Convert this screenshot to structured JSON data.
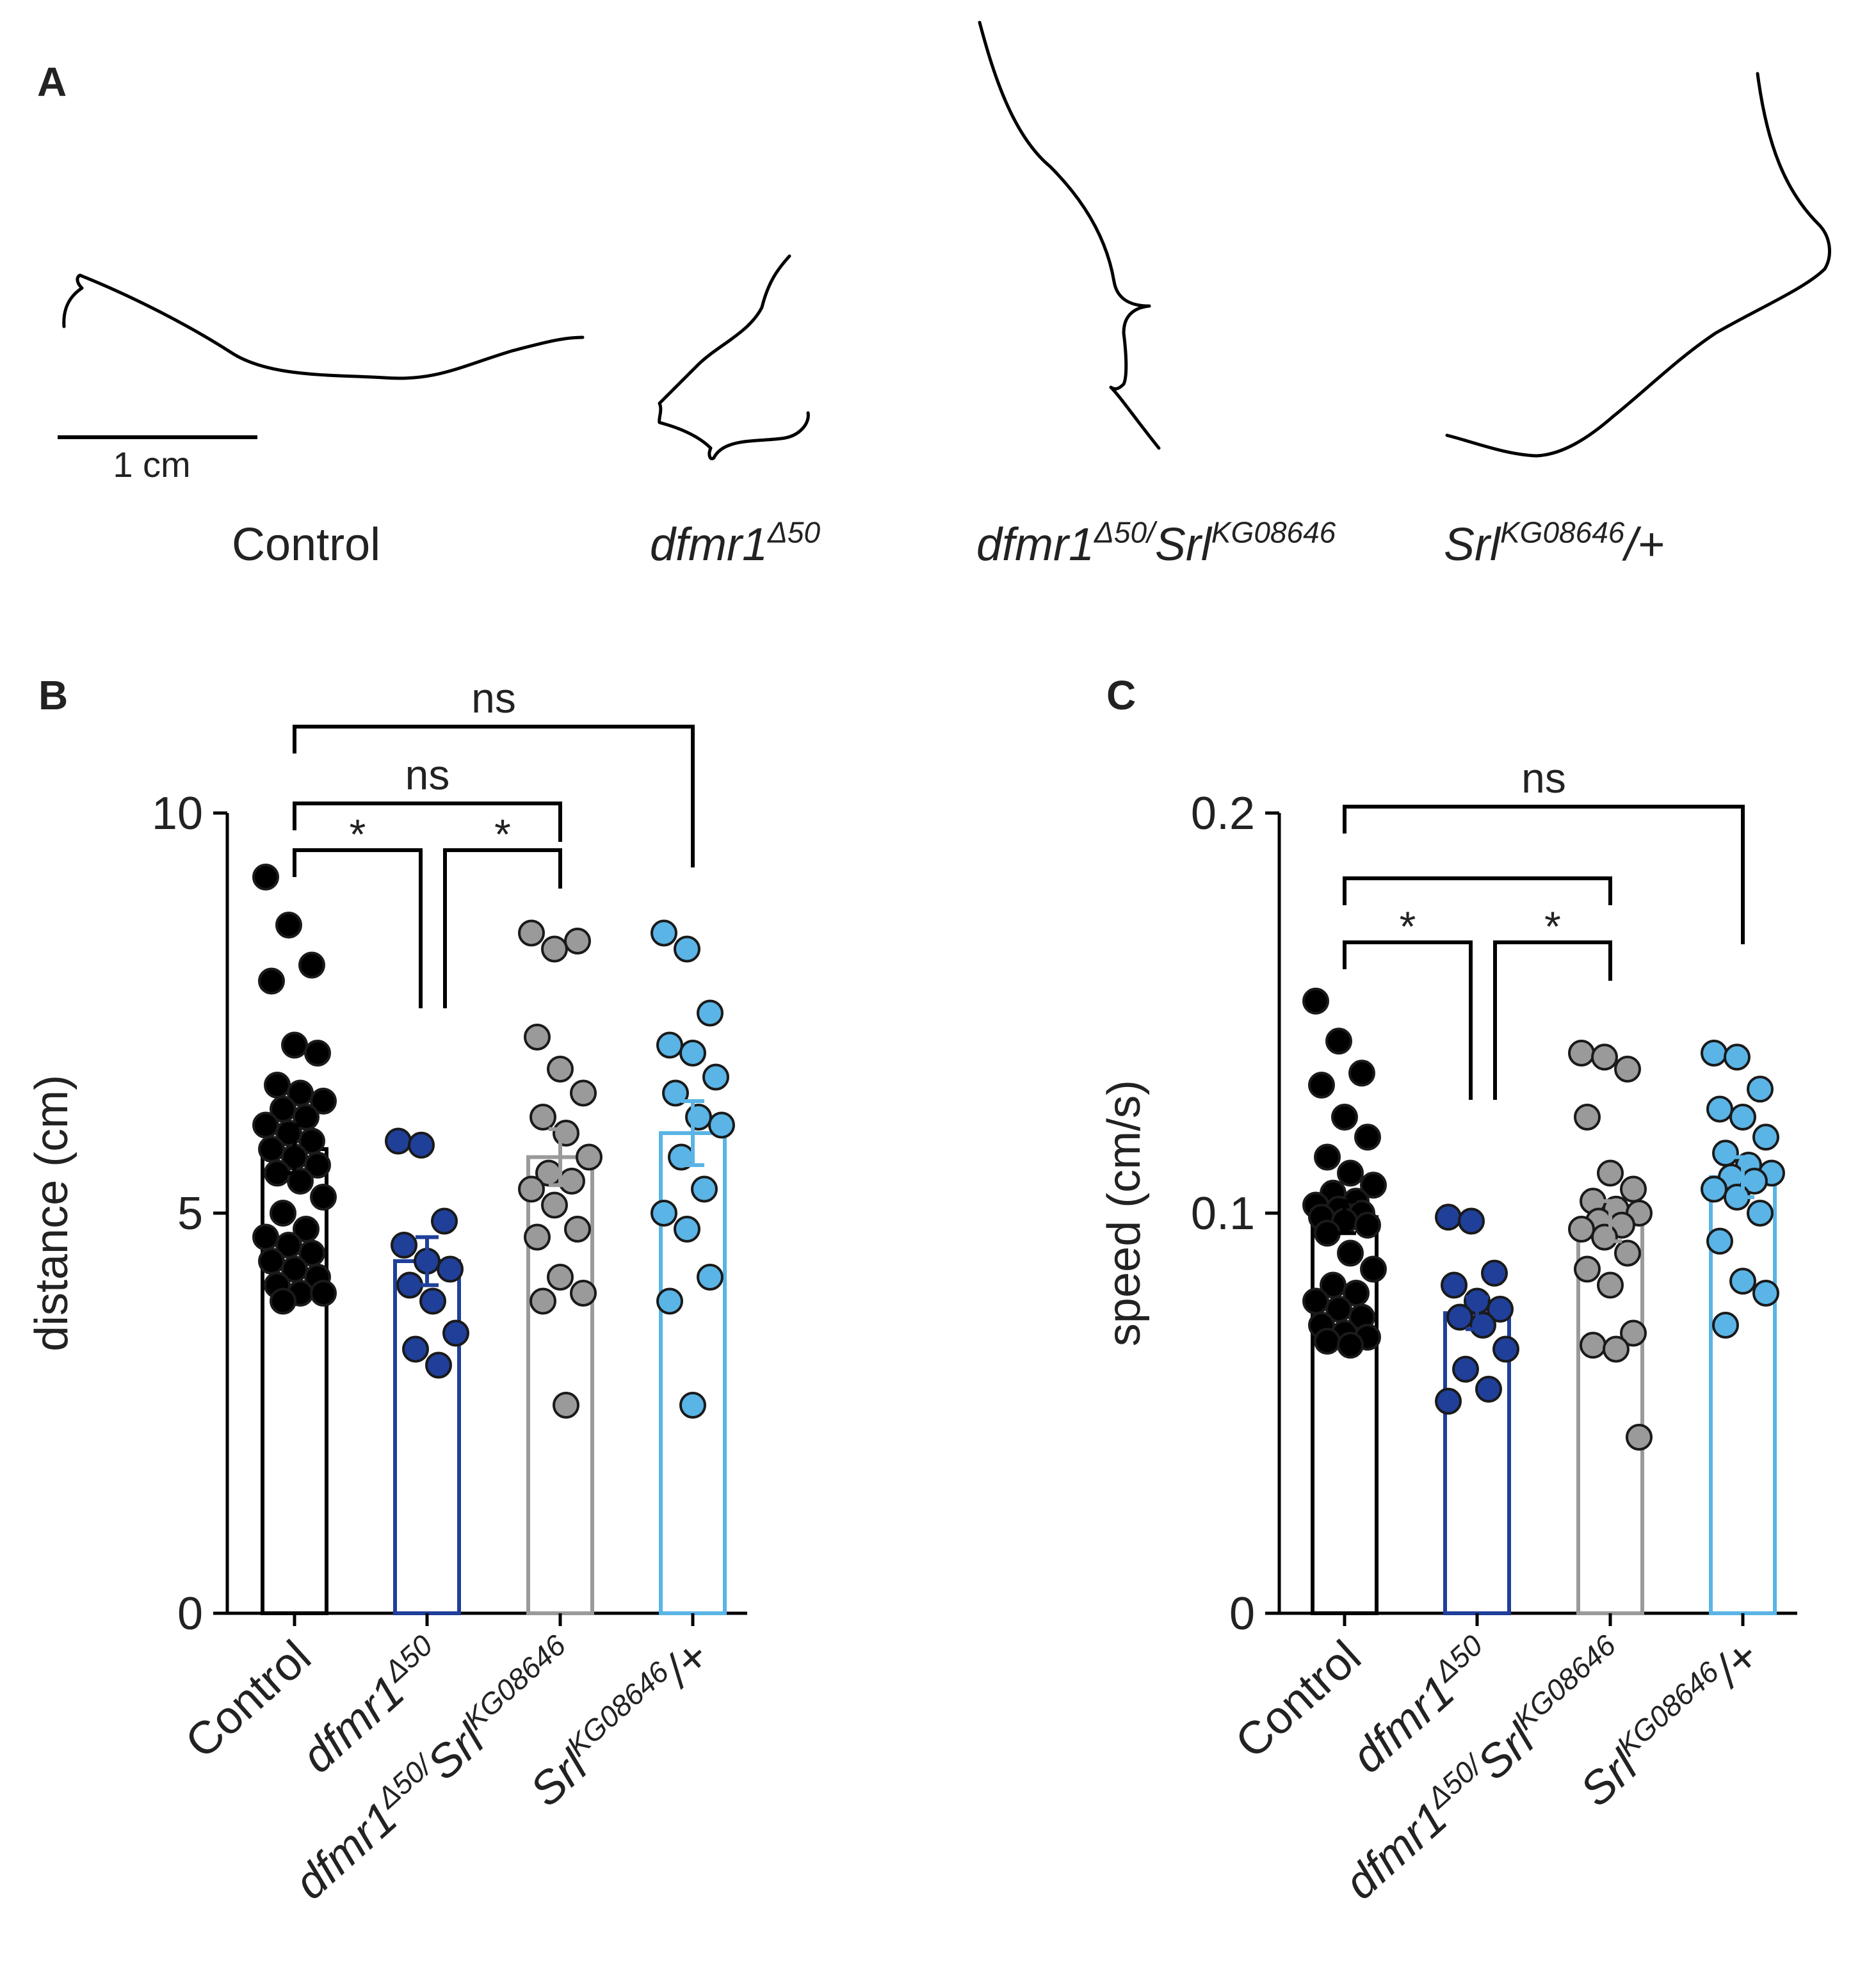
{
  "panel_a": {
    "letter": "A",
    "scale_bar_label": "1 cm",
    "labels": [
      {
        "base": "Control",
        "sup": "",
        "tail": "",
        "italic": false
      },
      {
        "base": "dfmr1",
        "sup": "Δ50",
        "tail": "",
        "italic": true
      },
      {
        "base": "dfmr1",
        "sup": "Δ50/",
        "base2": "Srl",
        "sup2": "KG08646",
        "tail": "",
        "italic": true
      },
      {
        "base": "Srl",
        "sup": "KG08646",
        "tail": "/+",
        "italic": true
      }
    ]
  },
  "colors": {
    "control": "#000000",
    "dfmr1": "#1f3f99",
    "double": "#9a9a9a",
    "srl": "#5ab4e5",
    "axis": "#000000"
  },
  "chart_data": [
    {
      "type": "bar",
      "panel": "B",
      "ylabel": "distance (cm)",
      "ylim": [
        0,
        10
      ],
      "yticks": [
        "0",
        "5",
        "10"
      ],
      "categories": [
        "Control",
        "dfmr1Δ50",
        "dfmr1Δ50/SrlKG08646",
        "SrlKG08646/+"
      ],
      "tick_labels": [
        {
          "base": "Control",
          "sup": ""
        },
        {
          "base": "dfmr1",
          "sup": "Δ50"
        },
        {
          "base": "dfmr1",
          "sup": "Δ50/",
          "base2": "Srl",
          "sup2": "KG08646"
        },
        {
          "base": "Srl",
          "sup": "KG08646",
          "tail": "/+"
        }
      ],
      "means": [
        5.8,
        4.4,
        5.7,
        6.0
      ],
      "sem": [
        0.3,
        0.3,
        0.35,
        0.4
      ],
      "points": [
        [
          9.2,
          8.6,
          8.1,
          7.9,
          7.1,
          7.0,
          6.6,
          6.5,
          6.4,
          6.3,
          6.2,
          6.1,
          6.0,
          5.9,
          5.8,
          5.7,
          5.6,
          5.5,
          5.4,
          5.2,
          5.0,
          4.8,
          4.7,
          4.6,
          4.5,
          4.4,
          4.3,
          4.2,
          4.1,
          4.0,
          4.0,
          3.9
        ],
        [
          5.9,
          5.85,
          4.9,
          4.6,
          4.4,
          4.3,
          4.1,
          3.9,
          3.5,
          3.3,
          3.1
        ],
        [
          8.5,
          8.3,
          8.4,
          7.2,
          6.8,
          6.5,
          6.2,
          6.0,
          5.7,
          5.5,
          5.4,
          5.3,
          5.1,
          4.8,
          4.7,
          4.2,
          4.0,
          3.9,
          2.6
        ],
        [
          8.5,
          8.3,
          7.5,
          7.1,
          7.0,
          6.7,
          6.5,
          6.2,
          6.1,
          5.7,
          5.3,
          5.0,
          4.8,
          4.2,
          3.9,
          2.6
        ]
      ],
      "comparisons": [
        {
          "from": 0,
          "to": 3,
          "label": "ns",
          "level": 2
        },
        {
          "from": 0,
          "to": 2,
          "label": "ns",
          "level": 1
        },
        {
          "from": 0,
          "to": 1,
          "label": "*",
          "level": 0
        },
        {
          "from": 1,
          "to": 2,
          "label": "*",
          "level": 0
        }
      ]
    },
    {
      "type": "bar",
      "panel": "C",
      "ylabel": "speed (cm/s)",
      "ylim": [
        0,
        0.2
      ],
      "yticks": [
        "0",
        "0.1",
        "0.2"
      ],
      "categories": [
        "Control",
        "dfmr1Δ50",
        "dfmr1Δ50/SrlKG08646",
        "SrlKG08646/+"
      ],
      "tick_labels": [
        {
          "base": "Control",
          "sup": ""
        },
        {
          "base": "dfmr1",
          "sup": "Δ50"
        },
        {
          "base": "dfmr1",
          "sup": "Δ50/",
          "base2": "Srl",
          "sup2": "KG08646"
        },
        {
          "base": "Srl",
          "sup": "KG08646",
          "tail": "/+"
        }
      ],
      "means": [
        0.099,
        0.075,
        0.098,
        0.109
      ],
      "sem": [
        0.004,
        0.004,
        0.005,
        0.005
      ],
      "points": [
        [
          0.153,
          0.143,
          0.135,
          0.132,
          0.124,
          0.119,
          0.114,
          0.11,
          0.107,
          0.105,
          0.103,
          0.102,
          0.101,
          0.1,
          0.099,
          0.098,
          0.097,
          0.095,
          0.09,
          0.086,
          0.082,
          0.08,
          0.078,
          0.076,
          0.074,
          0.072,
          0.07,
          0.069,
          0.068,
          0.067
        ],
        [
          0.099,
          0.098,
          0.085,
          0.082,
          0.078,
          0.076,
          0.074,
          0.072,
          0.066,
          0.061,
          0.056,
          0.053
        ],
        [
          0.14,
          0.139,
          0.136,
          0.124,
          0.11,
          0.106,
          0.103,
          0.101,
          0.1,
          0.098,
          0.097,
          0.096,
          0.094,
          0.09,
          0.086,
          0.082,
          0.07,
          0.067,
          0.066,
          0.044
        ],
        [
          0.14,
          0.139,
          0.131,
          0.126,
          0.124,
          0.119,
          0.115,
          0.112,
          0.11,
          0.109,
          0.108,
          0.106,
          0.104,
          0.1,
          0.093,
          0.083,
          0.08,
          0.072
        ]
      ],
      "comparisons": [
        {
          "from": 0,
          "to": 3,
          "label": "ns",
          "level": 2
        },
        {
          "from": 0,
          "to": 2,
          "label": "",
          "level": 1
        },
        {
          "from": 0,
          "to": 1,
          "label": "*",
          "level": 0
        },
        {
          "from": 1,
          "to": 2,
          "label": "*",
          "level": 0
        }
      ]
    }
  ]
}
